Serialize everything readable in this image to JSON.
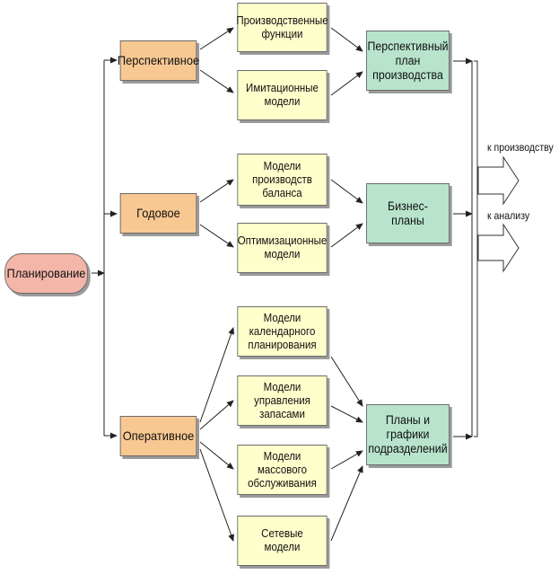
{
  "nodes": {
    "planning": "Планирование",
    "perspective": "Перспективное",
    "annual": "Годовое",
    "operational": "Оперативное",
    "production_functions": "Производственные\nфункции",
    "simulation_models": "Имитационные\nмодели",
    "balance_models": "Модели\nпроизводств\nбаланса",
    "optimization_models": "Оптимизационные\nмодели",
    "calendar_models": "Модели\nкалендарного\nпланирования",
    "inventory_models": "Модели\nуправления\nзапасами",
    "queueing_models": "Модели\nмассового\nобслуживания",
    "network_models": "Сетевые\nмодели",
    "perspective_plan": "Перспективный\nплан\nпроизводства",
    "business_plans": "Бизнес-\nпланы",
    "division_plans": "Планы и\nграфики\nподразделений"
  },
  "outputs": {
    "to_production": "к производству",
    "to_analysis": "к анализу"
  },
  "colors": {
    "line": "#222222",
    "arrow_outline": "#333333"
  }
}
